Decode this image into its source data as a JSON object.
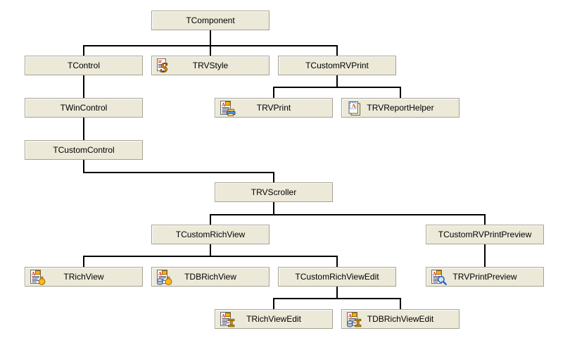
{
  "colors": {
    "background": "#ffffff",
    "box_fill": "#ece9d8",
    "box_border": "#a5a294",
    "box_inner_highlight": "#ffffff",
    "connector": "#000000",
    "label_text": "#000000",
    "icon_accent_orange": "#ffb400",
    "icon_accent_blue": "#4f94e0"
  },
  "nodes": {
    "tcomponent": {
      "label": "TComponent"
    },
    "tcontrol": {
      "label": "TControl"
    },
    "trvstyle": {
      "label": "TRVStyle",
      "icon": "rvstyle-icon"
    },
    "tcustomrvprint": {
      "label": "TCustomRVPrint"
    },
    "twincontrol": {
      "label": "TWinControl"
    },
    "trvprint": {
      "label": "TRVPrint",
      "icon": "print-icon"
    },
    "trvreporthelper": {
      "label": "TRVReportHelper",
      "icon": "report-helper-icon"
    },
    "tcustomcontrol": {
      "label": "TCustomControl"
    },
    "trvscroller": {
      "label": "TRVScroller"
    },
    "tcustomrichview": {
      "label": "TCustomRichView"
    },
    "tcustomrvprintpreview": {
      "label": "TCustomRVPrintPreview"
    },
    "trichview": {
      "label": "TRichView",
      "icon": "richview-icon"
    },
    "tdbrichview": {
      "label": "TDBRichView",
      "icon": "db-richview-icon"
    },
    "tcustomrichviewedit": {
      "label": "TCustomRichViewEdit"
    },
    "trvprintpreview": {
      "label": "TRVPrintPreview",
      "icon": "print-preview-icon"
    },
    "trichviewedit": {
      "label": "TRichViewEdit",
      "icon": "richview-edit-icon"
    },
    "tdbrichviewedit": {
      "label": "TDBRichViewEdit",
      "icon": "db-richview-edit-icon"
    }
  },
  "edges": [
    {
      "from": "TComponent",
      "to": "TControl"
    },
    {
      "from": "TComponent",
      "to": "TRVStyle"
    },
    {
      "from": "TComponent",
      "to": "TCustomRVPrint"
    },
    {
      "from": "TControl",
      "to": "TWinControl"
    },
    {
      "from": "TWinControl",
      "to": "TCustomControl"
    },
    {
      "from": "TCustomControl",
      "to": "TRVScroller"
    },
    {
      "from": "TCustomRVPrint",
      "to": "TRVPrint"
    },
    {
      "from": "TCustomRVPrint",
      "to": "TRVReportHelper"
    },
    {
      "from": "TRVScroller",
      "to": "TCustomRichView"
    },
    {
      "from": "TRVScroller",
      "to": "TCustomRVPrintPreview"
    },
    {
      "from": "TCustomRichView",
      "to": "TRichView"
    },
    {
      "from": "TCustomRichView",
      "to": "TDBRichView"
    },
    {
      "from": "TCustomRichView",
      "to": "TCustomRichViewEdit"
    },
    {
      "from": "TCustomRVPrintPreview",
      "to": "TRVPrintPreview"
    },
    {
      "from": "TCustomRichViewEdit",
      "to": "TRichViewEdit"
    },
    {
      "from": "TCustomRichViewEdit",
      "to": "TDBRichViewEdit"
    }
  ]
}
